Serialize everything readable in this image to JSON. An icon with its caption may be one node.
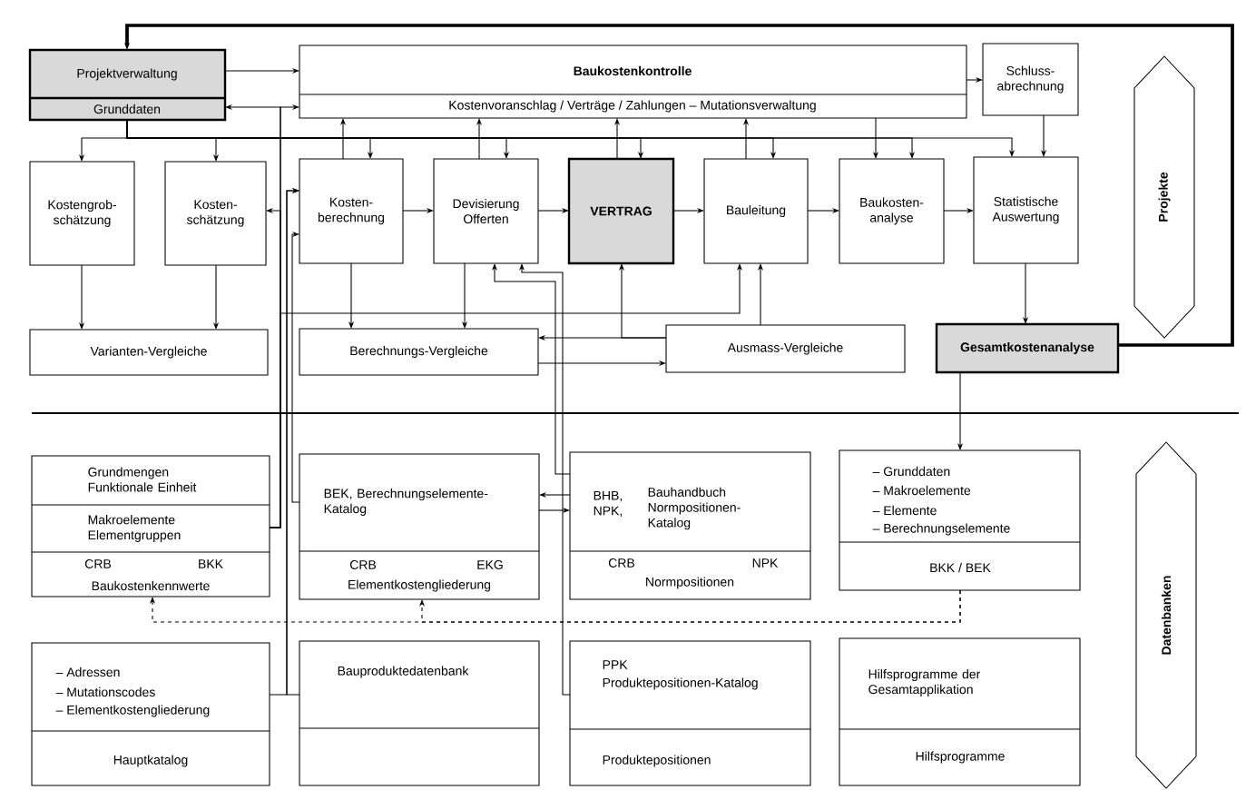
{
  "diagram": {
    "nodes": [
      {
        "text": [
          "Projektverwaltung",
          "Grunddaten"
        ]
      },
      {
        "text": [
          "Baukostenkontrolle",
          "Kostenvoranschlag / Verträge / Zahlungen – Mutationsverwaltung"
        ]
      },
      {
        "text": [
          "Schluss- abrechnung"
        ]
      },
      {
        "text": [
          "Kostengrob- schätzung"
        ]
      },
      {
        "text": [
          "Kosten- schätzung"
        ]
      },
      {
        "text": [
          "Kosten- berechnung"
        ]
      },
      {
        "text": [
          "Devisierung Offerten"
        ]
      },
      {
        "text": [
          "VERTRAG"
        ]
      },
      {
        "text": [
          "Bauleitung"
        ]
      },
      {
        "text": [
          "Baukosten- analyse"
        ]
      },
      {
        "text": [
          "Statistische Auswertung"
        ]
      },
      {
        "text": [
          "Projekte"
        ]
      },
      {
        "text": [
          "Varianten-Vergleiche"
        ]
      },
      {
        "text": [
          "Berechnungs-Vergleiche"
        ]
      },
      {
        "text": [
          "Ausmass-Vergleiche"
        ]
      },
      {
        "text": [
          "Gesamtkostenanalyse"
        ]
      },
      {
        "text": [
          "Grundmengen Funktionale Einheit",
          "Makroelemente Elementgruppen",
          "CRB",
          "BKK",
          "Baukostenkennwerte"
        ]
      },
      {
        "text": [
          "BEK, Berechnungselemente- Katalog",
          "CRB",
          "EKG",
          "Elementkostengliederung"
        ]
      },
      {
        "text": [
          "BHB, NPK,",
          "Bauhandbuch Normpositionen- Katalog",
          "CRB",
          "NPK",
          "Normpositionen"
        ]
      },
      {
        "text": [
          "– Grunddaten",
          "– Makroelemente",
          "– Elemente",
          "– Berechnungselemente",
          "BKK / BEK"
        ]
      },
      {
        "text": [
          "– Adressen",
          "– Mutationscodes",
          "– Elementkostengliederung",
          "Hauptkatalog"
        ]
      },
      {
        "text": [
          "Bauproduktedatenbank"
        ]
      },
      {
        "text": [
          "PPK",
          "Produktepositionen-Katalog",
          "Produktepositionen"
        ]
      },
      {
        "text": [
          "Hilfsprogramme der Gesamtapplikation",
          "Hilfsprogramme"
        ]
      },
      {
        "text": [
          "Datenbanken"
        ]
      }
    ],
    "edges": [
      {
        "from": 15,
        "to": 0,
        "arrow": "to",
        "style": "thick"
      },
      {
        "from": 0,
        "to": 1,
        "arrow": "to"
      },
      {
        "from": 16,
        "to": 0,
        "arrow": "to"
      },
      {
        "from": 16,
        "to": 1,
        "arrow": "to"
      },
      {
        "from": 16,
        "to": 4,
        "arrow": "to"
      },
      {
        "from": 16,
        "to": 8,
        "arrow": "to"
      },
      {
        "from": 17,
        "to": 5,
        "arrow": "to"
      },
      {
        "from": 20,
        "to": 5,
        "arrow": "to"
      },
      {
        "from": 21,
        "to": 5,
        "arrow": "to"
      },
      {
        "from": 0,
        "to": 3,
        "arrow": "to"
      },
      {
        "from": 0,
        "to": 4,
        "arrow": "to"
      },
      {
        "from": 0,
        "to": 5,
        "arrow": "to"
      },
      {
        "from": 0,
        "to": 6,
        "arrow": "to"
      },
      {
        "from": 0,
        "to": 7,
        "arrow": "to"
      },
      {
        "from": 0,
        "to": 8,
        "arrow": "to"
      },
      {
        "from": 0,
        "to": 9,
        "arrow": "to"
      },
      {
        "from": 0,
        "to": 10,
        "arrow": "to"
      },
      {
        "from": 5,
        "to": 1,
        "arrow": "to"
      },
      {
        "from": 6,
        "to": 1,
        "arrow": "to"
      },
      {
        "from": 7,
        "to": 1,
        "arrow": "to"
      },
      {
        "from": 8,
        "to": 1,
        "arrow": "to"
      },
      {
        "from": 1,
        "to": 9,
        "arrow": "to"
      },
      {
        "from": 1,
        "to": 2,
        "arrow": "to"
      },
      {
        "from": 2,
        "to": 10,
        "arrow": "to"
      },
      {
        "from": 10,
        "to": 15,
        "arrow": "to"
      },
      {
        "from": 5,
        "to": 6,
        "arrow": "to"
      },
      {
        "from": 6,
        "to": 7,
        "arrow": "to"
      },
      {
        "from": 7,
        "to": 8,
        "arrow": "to"
      },
      {
        "from": 8,
        "to": 9,
        "arrow": "to"
      },
      {
        "from": 9,
        "to": 10,
        "arrow": "to"
      },
      {
        "from": 3,
        "to": 12,
        "arrow": "to"
      },
      {
        "from": 4,
        "to": 12,
        "arrow": "to"
      },
      {
        "from": 5,
        "to": 13,
        "arrow": "to"
      },
      {
        "from": 6,
        "to": 13,
        "arrow": "to"
      },
      {
        "from": 13,
        "to": 14,
        "arrow": "to"
      },
      {
        "from": 14,
        "to": 13,
        "arrow": "to"
      },
      {
        "from": 14,
        "to": 7,
        "arrow": "to"
      },
      {
        "from": 14,
        "to": 8,
        "arrow": "to"
      },
      {
        "from": 18,
        "to": 6,
        "arrow": "to"
      },
      {
        "from": 22,
        "to": 6,
        "arrow": "to"
      },
      {
        "from": 18,
        "to": 17,
        "arrow": "to"
      },
      {
        "from": 17,
        "to": 18,
        "arrow": "to"
      },
      {
        "from": 15,
        "to": 19,
        "arrow": "to"
      },
      {
        "from": 19,
        "to": 17,
        "arrow": "to",
        "style": "dashed"
      },
      {
        "from": 19,
        "to": 16,
        "arrow": "to",
        "style": "dashed"
      }
    ]
  }
}
